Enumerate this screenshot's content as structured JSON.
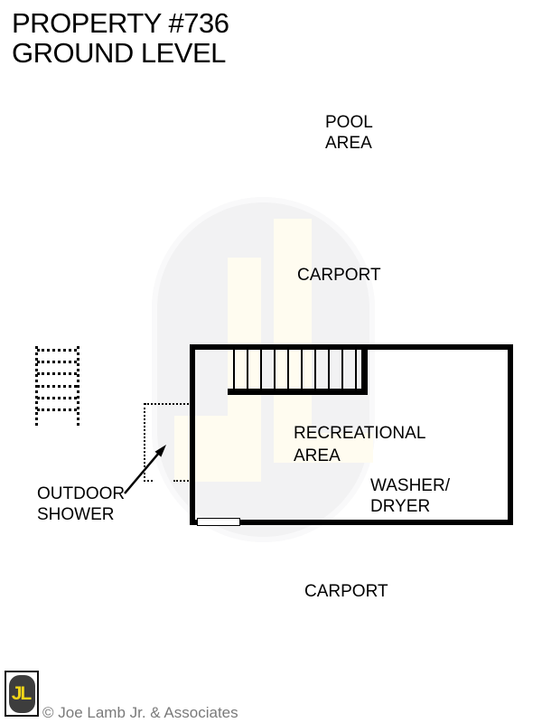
{
  "title": {
    "line1": "PROPERTY #736",
    "line2": "GROUND LEVEL"
  },
  "labels": {
    "pool_area": [
      "POOL",
      "AREA"
    ],
    "carport_top": "CARPORT",
    "recreational_area": [
      "RECREATIONAL",
      "AREA"
    ],
    "washer_dryer": [
      "WASHER/",
      "DRYER"
    ],
    "outdoor_shower": [
      "OUTDOOR",
      "SHOWER"
    ],
    "carport_bottom": "CARPORT"
  },
  "watermark": {
    "monogram": "JL"
  },
  "logo": {
    "monogram": "JL"
  },
  "footer": {
    "copyright": "© Joe Lamb Jr. & Associates"
  },
  "colors": {
    "line_black": "#000000",
    "logo_yellow": "#f0d519",
    "logo_capsule": "#3d3d3d",
    "watermark_capsule": "#f2f2f3",
    "watermark_letters": "#fffcf0",
    "footer_gray": "#7a7a7a"
  }
}
